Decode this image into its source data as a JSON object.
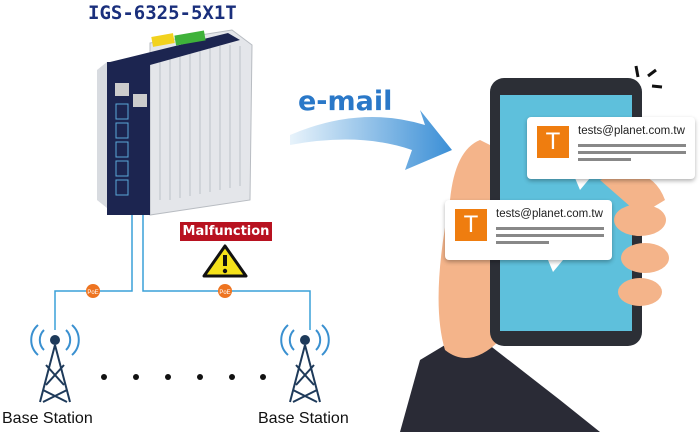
{
  "title": "IGS-6325-5X1T",
  "arrow_label": "e-mail",
  "alert_label": "Malfunction",
  "poe_badge": "PoE",
  "base_stations": [
    "Base Station",
    "Base Station"
  ],
  "notifications": [
    {
      "avatar_letter": "T",
      "sender": "tests@planet.com.tw"
    },
    {
      "avatar_letter": "T",
      "sender": "tests@planet.com.tw"
    }
  ],
  "colors": {
    "title": "#1a2f7c",
    "cable": "#3aa0d8",
    "alert": "#b81220",
    "avatar": "#ef7d0f",
    "screen": "#5ec0dc"
  }
}
